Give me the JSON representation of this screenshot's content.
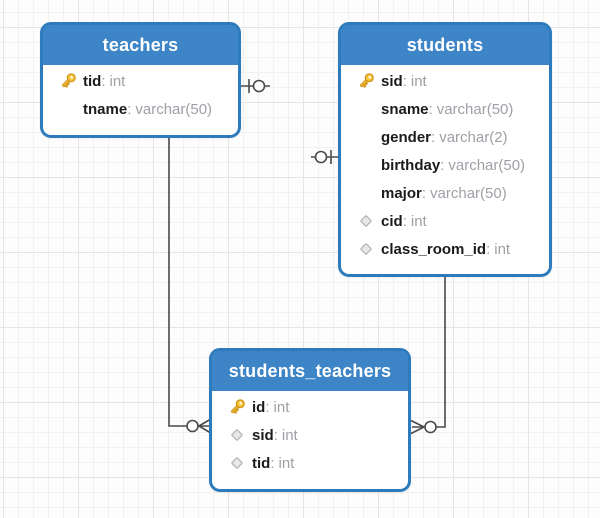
{
  "diagram": {
    "type": "entity-relationship-diagram",
    "sep": ":",
    "tables": [
      {
        "title": "teachers",
        "fields": [
          {
            "name": "tid",
            "type": "int",
            "icon": "key"
          },
          {
            "name": "tname",
            "type": "varchar(50)",
            "icon": "none"
          }
        ]
      },
      {
        "title": "students",
        "fields": [
          {
            "name": "sid",
            "type": "int",
            "icon": "key"
          },
          {
            "name": "sname",
            "type": "varchar(50)",
            "icon": "none"
          },
          {
            "name": "gender",
            "type": "varchar(2)",
            "icon": "none"
          },
          {
            "name": "birthday",
            "type": "varchar(50)",
            "icon": "none"
          },
          {
            "name": "major",
            "type": "varchar(50)",
            "icon": "none"
          },
          {
            "name": "cid",
            "type": "int",
            "icon": "diamond"
          },
          {
            "name": "class_room_id",
            "type": "int",
            "icon": "diamond"
          }
        ]
      },
      {
        "title": "students_teachers",
        "fields": [
          {
            "name": "id",
            "type": "int",
            "icon": "key"
          },
          {
            "name": "sid",
            "type": "int",
            "icon": "diamond"
          },
          {
            "name": "tid",
            "type": "int",
            "icon": "diamond"
          }
        ]
      }
    ],
    "relationships": [
      {
        "from": "teachers",
        "to": "students",
        "rendering": "split-stubs",
        "from_symbol": "bar-circle (zero-or-one)",
        "to_symbol": "circle-bar (zero-or-one)"
      },
      {
        "from": "teachers",
        "to": "students_teachers",
        "to_symbol": "circle-crow-foot (zero-or-many)"
      },
      {
        "from": "students",
        "to": "students_teachers",
        "to_symbol": "circle-crow-foot (zero-or-many)"
      }
    ],
    "colors": {
      "header_bg": "#3d85c6",
      "table_border": "#2d7bbd",
      "header_text": "#ffffff",
      "field_name": "#1b1b1b",
      "field_type": "#9da1a6",
      "connector": "#4a4a4a",
      "key_fill": "#f6c63d",
      "key_stroke": "#d1951d",
      "diamond_fill": "#e8e8e8",
      "diamond_stroke": "#b5b5b5",
      "grid_minor": "#f1f1f1",
      "grid_major": "#e5e5e5",
      "canvas_bg": "#fdfdfd"
    }
  }
}
